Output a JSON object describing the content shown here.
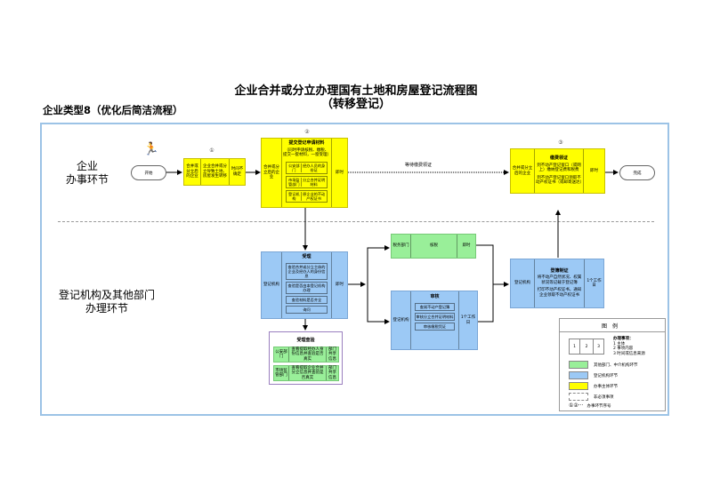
{
  "title": {
    "line1": "企业合并或分立办理国有土地和房屋登记流程图",
    "line2": "（转移登记）"
  },
  "subtitle": "企业类型8（优化后简洁流程）",
  "lanes": {
    "enterprise": [
      "企业",
      "办事环节"
    ],
    "registry": [
      "登记机构及其他部门",
      "办理环节"
    ]
  },
  "start_label": "开始",
  "end_label": "完成",
  "start_icon": "person-running-icon",
  "step1": {
    "number": "①",
    "subject": "合并或分立后的企业",
    "content": "企业合并或分立导致土地、房屋发生转移",
    "time": "时间不确定"
  },
  "step2": {
    "number": "②",
    "subject": "合并或分立后的企业",
    "header": "提交登记申请材料",
    "note": "（同时申请核税、缴税、提交一套材料，一窗受理）",
    "rows": [
      {
        "dept": "公安部门",
        "item": "经办人员的身份证"
      },
      {
        "dept": "市场监管部门",
        "item": "分立合并证明材料"
      },
      {
        "dept": "登记机构",
        "item": "原企业的不动产权证书"
      }
    ],
    "time": "即时"
  },
  "wait_label": "等待缴费领证",
  "step3": {
    "number": "③",
    "subject": "合并或分立后的企业",
    "header": "缴费领证",
    "items": [
      "到不动产登记窗口（或网上）缴纳登记费和税费",
      "到不动产登记窗口领取不动产权证书（或邮寄送达）"
    ],
    "time": "即时"
  },
  "accept": {
    "subject": "登记机构",
    "header": "受理",
    "items": [
      "查验合并或分立主体的企业及经办人的身份信息",
      "查验是否由本登记机构办理",
      "查验材料是否齐全",
      "询问"
    ],
    "time": "即时"
  },
  "accept_check": {
    "header": "受理查验",
    "rows": [
      {
        "dept": "公安部门",
        "item": "查看提取经办人身份信息并查验是否真实",
        "mode": "部门共享信息"
      },
      {
        "dept": "市场监管部门",
        "item": "查看提取企业合并分立信息并查验是否真实",
        "mode": "部门共享信息"
      }
    ]
  },
  "tax": {
    "subject": "税务部门",
    "content": "核税",
    "time": "即时"
  },
  "review": {
    "subject": "登记机构",
    "header": "审核",
    "items": [
      "查阅不动产登记簿",
      "审核分立合并证明材料",
      "审核缴税凭证"
    ],
    "time": "1个工作日"
  },
  "record": {
    "subject": "登记机构",
    "header": "登簿制证",
    "items": [
      "将不动产自然状况、权属状况等记载于登记簿",
      "打印不动产权证书，通知企业领取不动产权证书"
    ],
    "time": "1个工作日"
  },
  "legend": {
    "title": "图例",
    "cells": [
      "1",
      "2",
      "3"
    ],
    "notes_title": "办理事项：",
    "notes": [
      "1 主体",
      "2 事项内容",
      "3 时间或信息来源"
    ],
    "items": [
      {
        "color": "#99ef99",
        "label": "其他部门、中介机构环节"
      },
      {
        "color": "#9cc9f5",
        "label": "登记机构环节"
      },
      {
        "color": "#ffff00",
        "label": "办事主体环节"
      },
      {
        "color": "dashed",
        "label": "非必须事项"
      },
      {
        "color": "numbers",
        "label": "办事环节序号",
        "symbol": "①②···"
      }
    ]
  },
  "colors": {
    "yellow": "#ffff00",
    "blue": "#9cc9f5",
    "green": "#99ef99",
    "frame": "#9cc3e6"
  }
}
